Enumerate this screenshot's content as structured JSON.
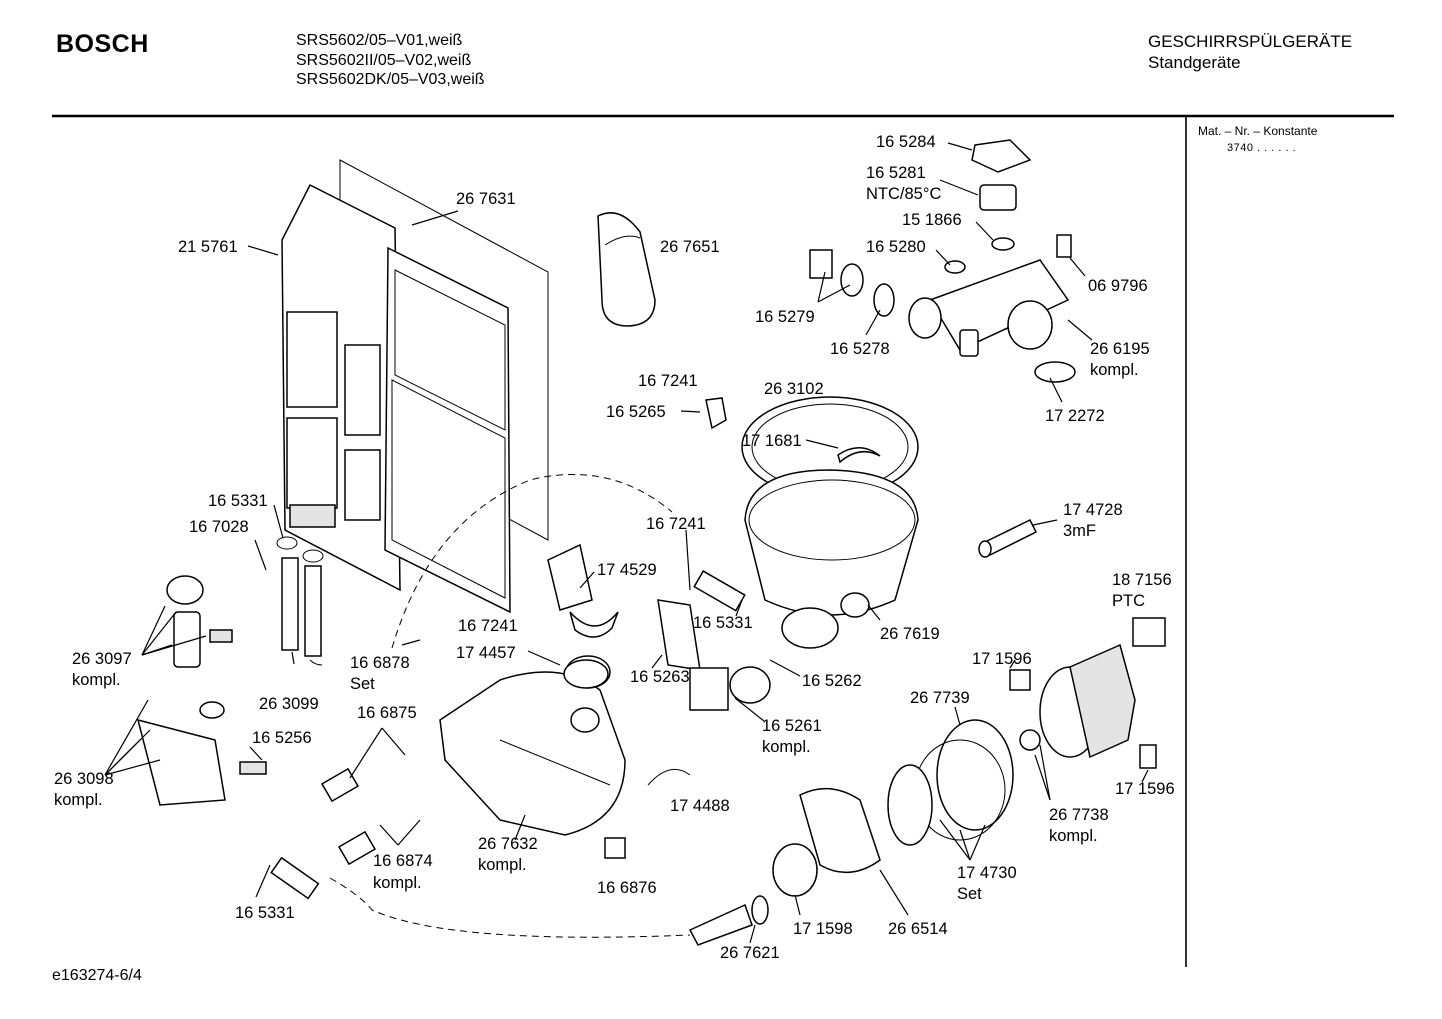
{
  "header": {
    "brand": "BOSCH",
    "models": [
      "SRS5602/05–V01,weiß",
      "SRS5602II/05–V02,weiß",
      "SRS5602DK/05–V03,weiß"
    ],
    "category": "GESCHIRRSPÜLGERÄTE",
    "subcategory": "Standgeräte"
  },
  "sidebar": {
    "mat_label": "Mat. – Nr. – Konstante",
    "mat_value": "3740  .  .  .  .  .  ."
  },
  "footer": {
    "doc_ref": "e163274-6/4"
  },
  "labels": [
    [
      "l01",
      "16 5284"
    ],
    [
      "l02",
      "16 5281"
    ],
    [
      "l03",
      "NTC/85°C"
    ],
    [
      "l04",
      "15 1866"
    ],
    [
      "l05",
      "16 5280"
    ],
    [
      "l06",
      "06 9796"
    ],
    [
      "l07",
      "16 5279"
    ],
    [
      "l08",
      "16 5278"
    ],
    [
      "l09",
      "26 6195"
    ],
    [
      "l10",
      "kompl."
    ],
    [
      "l11",
      "17 2272"
    ],
    [
      "l12",
      "26 7631"
    ],
    [
      "l13",
      "26 7651"
    ],
    [
      "l14",
      "21 5761"
    ],
    [
      "l15",
      "16 7241"
    ],
    [
      "l16",
      "16 5265"
    ],
    [
      "l17",
      "26 3102"
    ],
    [
      "l18",
      "17 1681"
    ],
    [
      "l19",
      "17 4728"
    ],
    [
      "l20",
      "3mF"
    ],
    [
      "l21",
      "16 5331"
    ],
    [
      "l22",
      "16 7028"
    ],
    [
      "l23",
      "16 7241"
    ],
    [
      "l24",
      "17 4529"
    ],
    [
      "l25",
      "18 7156"
    ],
    [
      "l26",
      "PTC"
    ],
    [
      "l27",
      "16 7241"
    ],
    [
      "l28",
      "16 5331"
    ],
    [
      "l29",
      "26 7619"
    ],
    [
      "l30",
      "26 3097"
    ],
    [
      "l31",
      "kompl."
    ],
    [
      "l32",
      "16 6878"
    ],
    [
      "l33",
      "Set"
    ],
    [
      "l34",
      "17 4457"
    ],
    [
      "l35",
      "16 5263"
    ],
    [
      "l36",
      "16 5262"
    ],
    [
      "l37",
      "17 1596"
    ],
    [
      "l38",
      "26 3099"
    ],
    [
      "l39",
      "16 6875"
    ],
    [
      "l40",
      "26 7739"
    ],
    [
      "l41",
      "16 5261"
    ],
    [
      "l42",
      "kompl."
    ],
    [
      "l43",
      "16 5256"
    ],
    [
      "l44",
      "26 3098"
    ],
    [
      "l45",
      "kompl."
    ],
    [
      "l46",
      "17 4488"
    ],
    [
      "l47",
      "17 1596"
    ],
    [
      "l48",
      "26 7738"
    ],
    [
      "l49",
      "kompl."
    ],
    [
      "l50",
      "26 7632"
    ],
    [
      "l51",
      "kompl."
    ],
    [
      "l52",
      "16 6874"
    ],
    [
      "l53",
      "kompl."
    ],
    [
      "l54",
      "17 4730"
    ],
    [
      "l55",
      "Set"
    ],
    [
      "l56",
      "16 6876"
    ],
    [
      "l57",
      "16 5331"
    ],
    [
      "l58",
      "17 1598"
    ],
    [
      "l59",
      "26 6514"
    ],
    [
      "l60",
      "26 7621"
    ]
  ]
}
